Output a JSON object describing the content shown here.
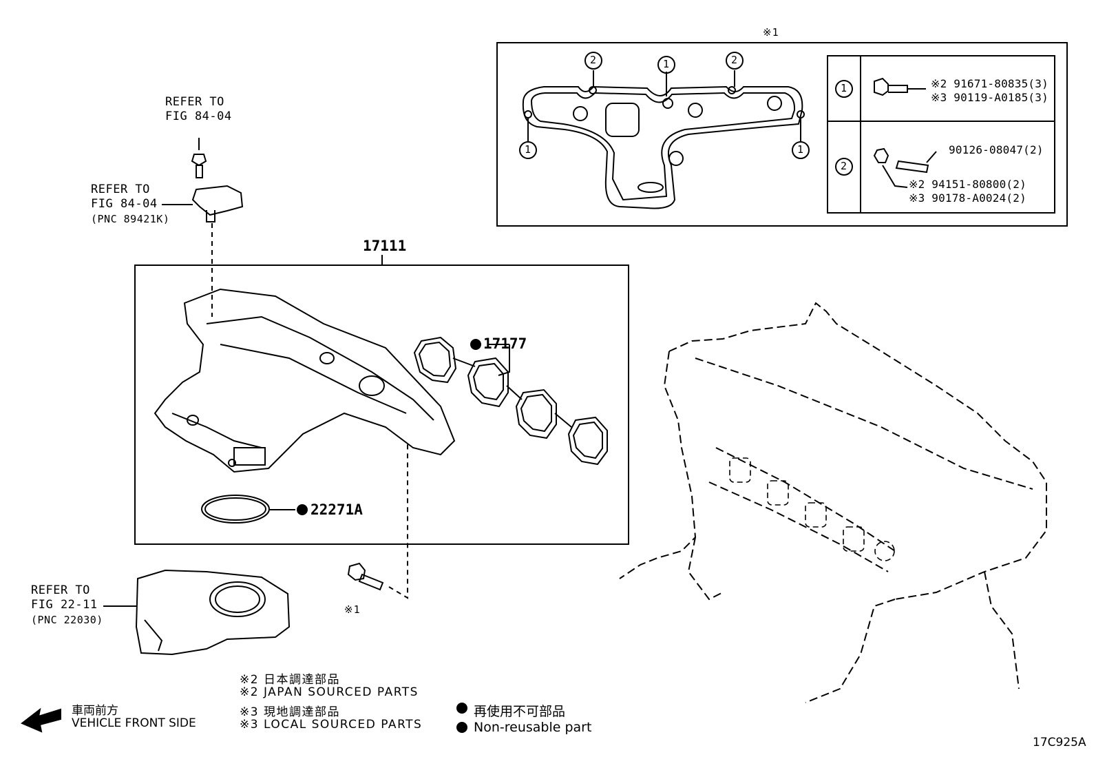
{
  "note_mark": "※1",
  "refer_top": {
    "line1": "REFER TO",
    "line2": "FIG 84-04"
  },
  "refer_sensor": {
    "line1": "REFER TO",
    "line2": "FIG 84-04",
    "pnc": "(PNC 89421K)"
  },
  "refer_throttle": {
    "line1": "REFER TO",
    "line2": "FIG 22-11",
    "pnc": "(PNC 22030)"
  },
  "parts": {
    "manifold": "17111",
    "gasket": "17177",
    "oring": "22271A",
    "bolt_mark": "※1"
  },
  "inset": {
    "callout_1": "1",
    "callout_2": "2",
    "row1": {
      "index": "1",
      "line1": "※2 91671-80835(3)",
      "line2": "※3 90119-A0185(3)"
    },
    "row2": {
      "index": "2",
      "stud": "90126-08047(2)",
      "line1": "※2 94151-80800(2)",
      "line2": "※3 90178-A0024(2)"
    }
  },
  "legend": {
    "jp_sourced_ja": "※2 日本調達部品",
    "jp_sourced_en": "※2 JAPAN SOURCED PARTS",
    "local_sourced_ja": "※3 現地調達部品",
    "local_sourced_en": "※3 LOCAL SOURCED PARTS",
    "nonreuse_ja": "再使用不可部品",
    "nonreuse_en": "Non-reusable part",
    "front_ja": "車両前方",
    "front_en": "VEHICLE FRONT SIDE"
  },
  "figure_code": "17C925A"
}
